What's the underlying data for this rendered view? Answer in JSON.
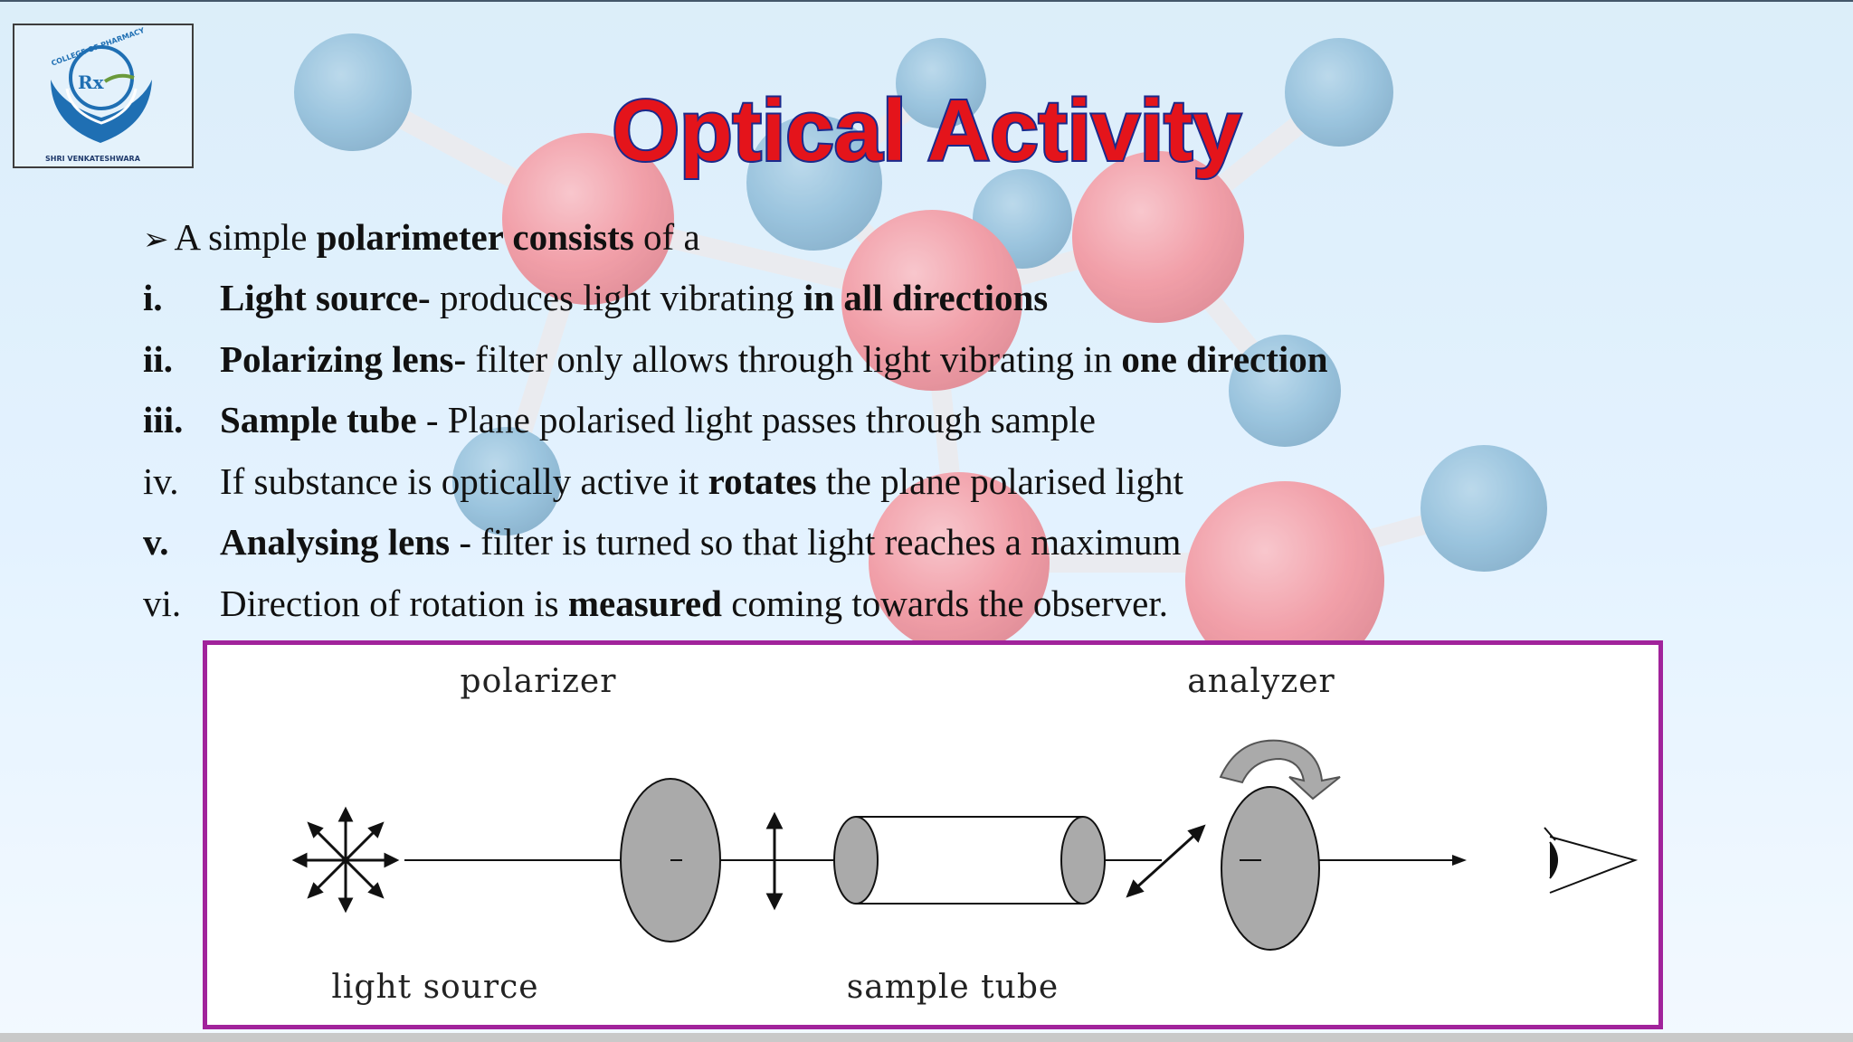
{
  "slide": {
    "title": "Optical Activity",
    "logo": {
      "text_top": "COLLEGE OF PHARMACY",
      "text_bottom": "SHRI VENKATESHWARA",
      "symbol": "Rx"
    },
    "intro": {
      "prefix": "A simple ",
      "bold": "polarimeter consists",
      "suffix": " of a"
    },
    "items": [
      {
        "num": "i.",
        "bold": "Light source-",
        "text": " produces light vibrating ",
        "bold2": "in all directions",
        "tail": ""
      },
      {
        "num": "ii.",
        "bold": "Polarizing lens-",
        "text": " filter only allows through light vibrating in ",
        "bold2": "one direction",
        "tail": ""
      },
      {
        "num": "iii.",
        "bold": "Sample tube",
        "text": " - Plane polarised light passes through sample",
        "bold2": "",
        "tail": ""
      },
      {
        "num": "iv.",
        "pre": "If substance is optically active it ",
        "bold": "rotates",
        "text": " the plane polarised light"
      },
      {
        "num": "v.",
        "bold": "Analysing lens",
        "text": " - filter is turned so that light reaches a maximum",
        "bold2": "",
        "tail": ""
      },
      {
        "num": "vi.",
        "pre": "Direction of rotation is ",
        "bold": "measured",
        "text": " coming towards the observer."
      }
    ],
    "diagram": {
      "labels": {
        "polarizer": "polarizer",
        "analyzer": "analyzer",
        "light_source": "light source",
        "sample_tube": "sample tube"
      }
    }
  },
  "colors": {
    "title_fill": "#e4141b",
    "title_outline": "#1b2a8c",
    "diagram_border": "#a1239b",
    "lens_fill": "#aaaaaa",
    "logo_blue": "#1f6fb3"
  },
  "icons": [
    "right-arrow-bullet-icon",
    "light-source-icon",
    "eye-icon",
    "rotation-arrow-icon"
  ]
}
